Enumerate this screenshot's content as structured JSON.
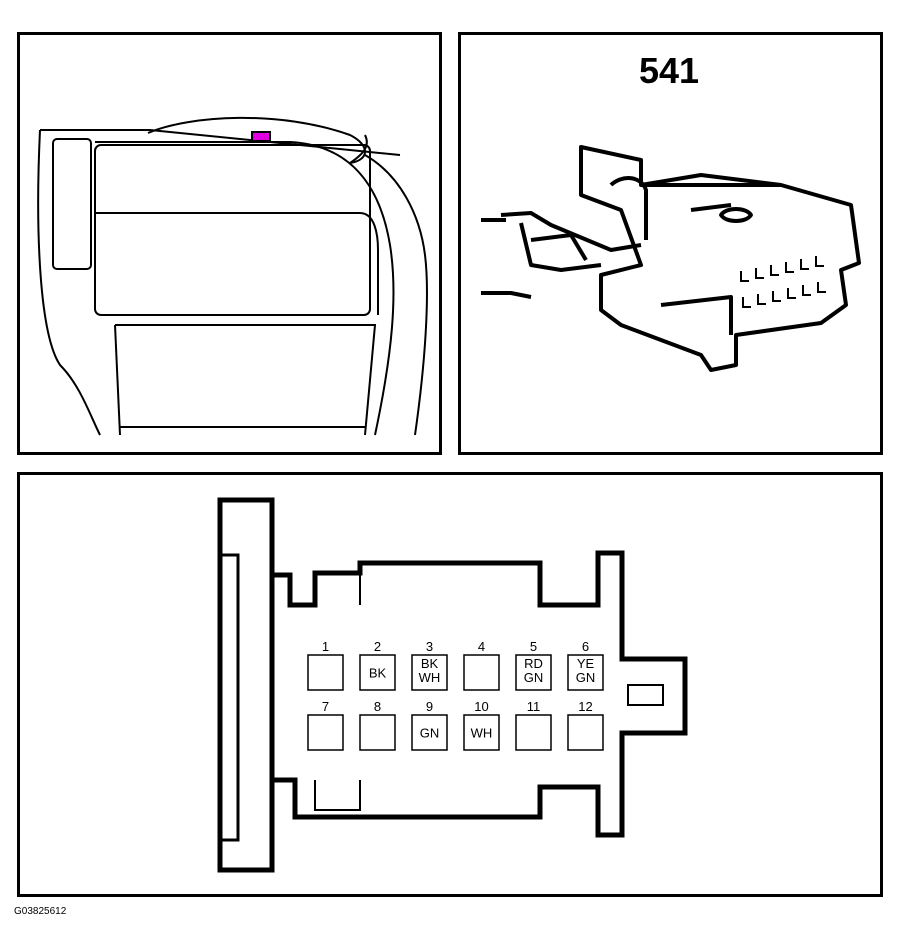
{
  "connector_id": "541",
  "figure_code": "G03825612",
  "highlight_color": "#e000e0",
  "pins": [
    {
      "num": "1",
      "wire": [
        "",
        ""
      ]
    },
    {
      "num": "2",
      "wire": [
        "BK",
        ""
      ]
    },
    {
      "num": "3",
      "wire": [
        "BK",
        "WH"
      ]
    },
    {
      "num": "4",
      "wire": [
        "",
        ""
      ]
    },
    {
      "num": "5",
      "wire": [
        "RD",
        "GN"
      ]
    },
    {
      "num": "6",
      "wire": [
        "YE",
        "GN"
      ]
    },
    {
      "num": "7",
      "wire": [
        "",
        ""
      ]
    },
    {
      "num": "8",
      "wire": [
        "",
        ""
      ]
    },
    {
      "num": "9",
      "wire": [
        "GN",
        ""
      ]
    },
    {
      "num": "10",
      "wire": [
        "WH",
        ""
      ]
    },
    {
      "num": "11",
      "wire": [
        "",
        ""
      ]
    },
    {
      "num": "12",
      "wire": [
        "",
        ""
      ]
    }
  ]
}
